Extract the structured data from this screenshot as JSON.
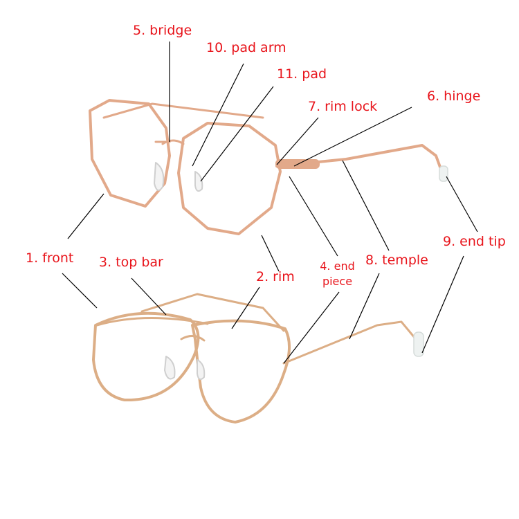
{
  "colors": {
    "label": "#e8141b",
    "leader": "#000000",
    "frame": "#e2a98a",
    "frame_dark": "#c98a6a",
    "tip": "#dfe6e4"
  },
  "labels": {
    "front": "1. front",
    "rim": "2. rim",
    "top_bar": "3. top bar",
    "end_piece_1": "4. end",
    "end_piece_2": "piece",
    "bridge": "5. bridge",
    "hinge": "6. hinge",
    "rim_lock": "7. rim lock",
    "temple": "8. temple",
    "end_tip": "9. end tip",
    "pad_arm": "10. pad arm",
    "pad": "11. pad"
  }
}
